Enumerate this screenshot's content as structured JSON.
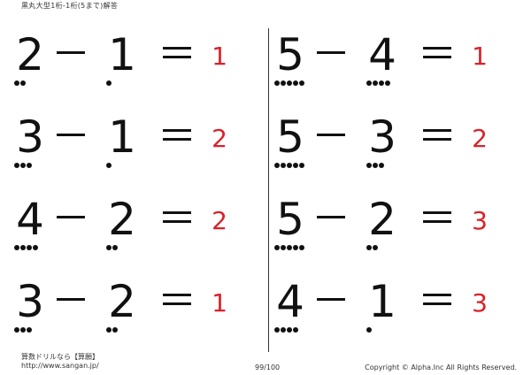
{
  "header": {
    "title": "黒丸大型1桁-1桁(5まで)解答"
  },
  "columns": [
    {
      "problems": [
        {
          "left": "2",
          "right": "1",
          "answer": "1",
          "left_dots": 2,
          "right_dots": 1
        },
        {
          "left": "3",
          "right": "1",
          "answer": "2",
          "left_dots": 3,
          "right_dots": 1
        },
        {
          "left": "4",
          "right": "2",
          "answer": "2",
          "left_dots": 4,
          "right_dots": 2
        },
        {
          "left": "3",
          "right": "2",
          "answer": "1",
          "left_dots": 3,
          "right_dots": 2
        }
      ]
    },
    {
      "problems": [
        {
          "left": "5",
          "right": "4",
          "answer": "1",
          "left_dots": 5,
          "right_dots": 4
        },
        {
          "left": "5",
          "right": "3",
          "answer": "2",
          "left_dots": 5,
          "right_dots": 3
        },
        {
          "left": "5",
          "right": "2",
          "answer": "3",
          "left_dots": 5,
          "right_dots": 2
        },
        {
          "left": "4",
          "right": "1",
          "answer": "3",
          "left_dots": 4,
          "right_dots": 1
        }
      ]
    }
  ],
  "symbols": {
    "minus": "－",
    "equals": "＝"
  },
  "colors": {
    "answer": "#d8232a",
    "text": "#111111"
  },
  "footer": {
    "site_name": "算数ドリルなら【算願】",
    "url": "http://www.sangan.jp/",
    "page": "99/100",
    "copyright": "Copyright © Alpha.Inc All Rights Reserved."
  }
}
